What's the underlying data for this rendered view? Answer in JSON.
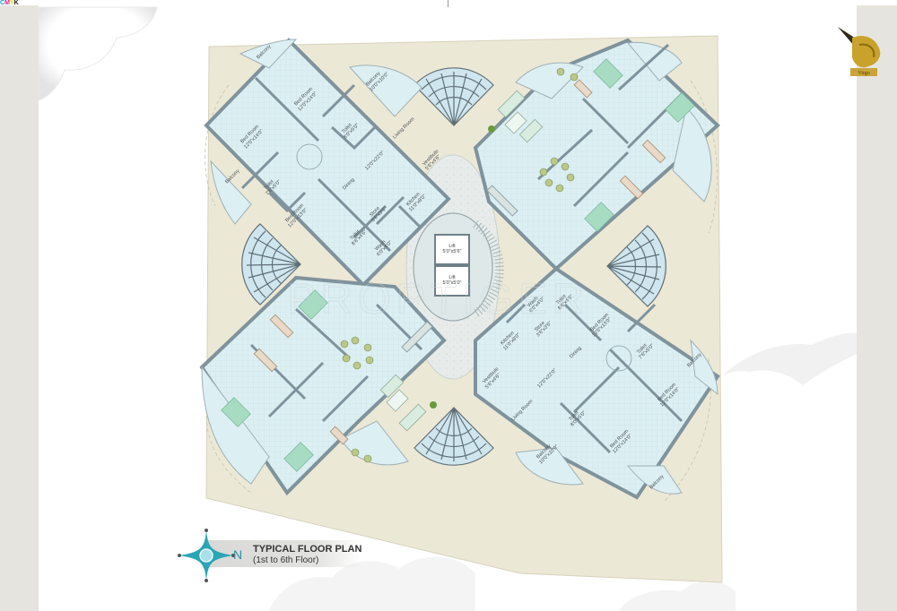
{
  "print_marks": {
    "cmyk_label": [
      "C",
      "M",
      "Y",
      "K"
    ],
    "cmyk_colors": [
      "#00a3d9",
      "#e0218a",
      "#f5e500",
      "#111111"
    ]
  },
  "logo": {
    "name": "pegasus-logo",
    "text": "Virgo"
  },
  "watermark": {
    "text": "PROPTIGER"
  },
  "caption": {
    "title": "TYPICAL FLOOR PLAN",
    "subtitle": "(1st to 6th Floor)",
    "compass_label": "N"
  },
  "colors": {
    "site": "#ece8d6",
    "floor": "#dceff2",
    "wall": "#7f939c",
    "furniture_bed": "#a7dcc2",
    "compass": "#2aa5b5",
    "background": "#ffffff",
    "margin_strip": "#e6e4de"
  },
  "core": {
    "lifts": [
      {
        "label": "Lift",
        "size": "5'0\"x5'6\""
      },
      {
        "label": "Lift",
        "size": "5'0\"x5'0\""
      }
    ]
  },
  "units": [
    {
      "position": "top-left",
      "rooms": [
        {
          "name": "Balcony",
          "size": ""
        },
        {
          "name": "Bed Room",
          "size": "12'0\"x14'0\""
        },
        {
          "name": "Balcony",
          "size": "10'0\"x10'0\""
        },
        {
          "name": "Toilet",
          "size": "8'0\"x5'0\""
        },
        {
          "name": "Bed Room",
          "size": "12'0\"x14'0\""
        },
        {
          "name": "Living Room",
          "size": "12'0\"x22'0\""
        },
        {
          "name": "Dining",
          "size": ""
        },
        {
          "name": "Vestibule",
          "size": "5'6\"x4'6\""
        },
        {
          "name": "Balcony",
          "size": ""
        },
        {
          "name": "Toilet",
          "size": "7'6\"x5'0\""
        },
        {
          "name": "Bed Room",
          "size": "12'0\"x13'0\""
        },
        {
          "name": "Store",
          "size": "3'6\"x3'6\""
        },
        {
          "name": "Kitchen",
          "size": "11'0\"x8'0\""
        },
        {
          "name": "Toilet",
          "size": "8'6\"x4'6\""
        },
        {
          "name": "Wash",
          "size": "6'0\"x4'0\""
        }
      ]
    },
    {
      "position": "top-right",
      "rooms": [],
      "note": "furnished layout (mirror)"
    },
    {
      "position": "bottom-left",
      "rooms": [],
      "note": "furnished layout (mirror)"
    },
    {
      "position": "bottom-right",
      "rooms": [
        {
          "name": "Wash",
          "size": "6'0\"x4'0\""
        },
        {
          "name": "Toilet",
          "size": "8'6\"x4'6\""
        },
        {
          "name": "Store",
          "size": "3'6\"x3'6\""
        },
        {
          "name": "Kitchen",
          "size": "11'0\"x8'0\""
        },
        {
          "name": "Bed Room",
          "size": "12'0\"x13'0\""
        },
        {
          "name": "Dining",
          "size": ""
        },
        {
          "name": "Toilet",
          "size": "7'6\"x5'0\""
        },
        {
          "name": "Balcony",
          "size": ""
        },
        {
          "name": "Vestibule",
          "size": "5'6\"x4'6\""
        },
        {
          "name": "Living Room",
          "size": "12'0\"x22'0\""
        },
        {
          "name": "Bed Room",
          "size": "12'0\"x14'0\""
        },
        {
          "name": "Toilet",
          "size": "8'0\"x5'0\""
        },
        {
          "name": "Bed Room",
          "size": "12'0\"x14'0\""
        },
        {
          "name": "Balcony",
          "size": "10'0\"x10'0\""
        },
        {
          "name": "Balcony",
          "size": ""
        }
      ]
    }
  ]
}
